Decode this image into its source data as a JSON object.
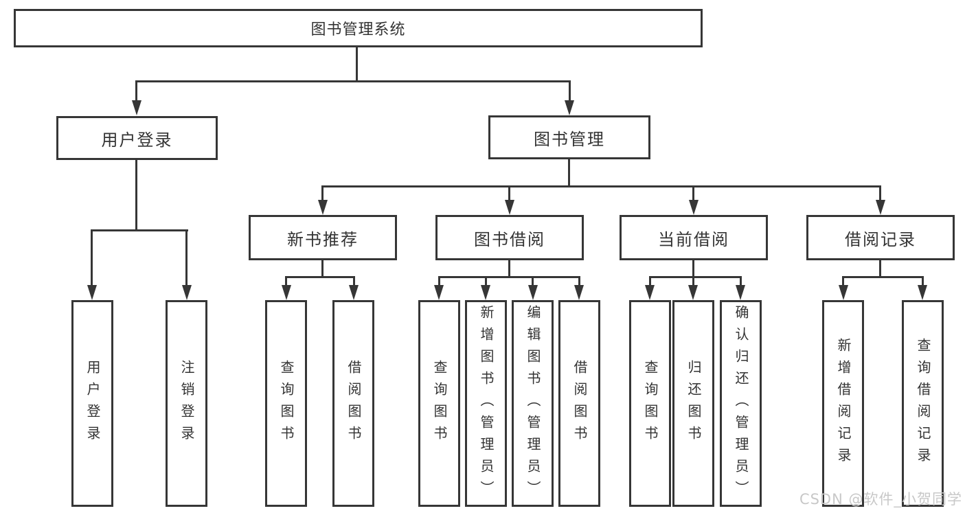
{
  "diagram": {
    "root_label": "图书管理系统",
    "level2": {
      "user_login_label": "用户登录",
      "book_mgmt_label": "图书管理"
    },
    "level3": {
      "new_books_label": "新书推荐",
      "book_borrow_label": "图书借阅",
      "current_borrow_label": "当前借阅",
      "borrow_record_label": "借阅记录"
    },
    "leaves": {
      "user_login": [
        "用户登录",
        "注销登录"
      ],
      "new_books": [
        "查询图书",
        "借阅图书"
      ],
      "book_borrow": [
        "查询图书",
        "新增图书（管理员）",
        "编辑图书（管理员）",
        "借阅图书"
      ],
      "current_borrow": [
        "查询图书",
        "归还图书",
        "确认归还（管理员）"
      ],
      "borrow_record": [
        "新增借阅记录",
        "查询借阅记录"
      ]
    },
    "colors": {
      "line": "#363636",
      "text": "#333333",
      "watermark": "#c8c8c8",
      "background": "#ffffff"
    }
  },
  "watermark_text": "CSDN @软件_小贺同学"
}
